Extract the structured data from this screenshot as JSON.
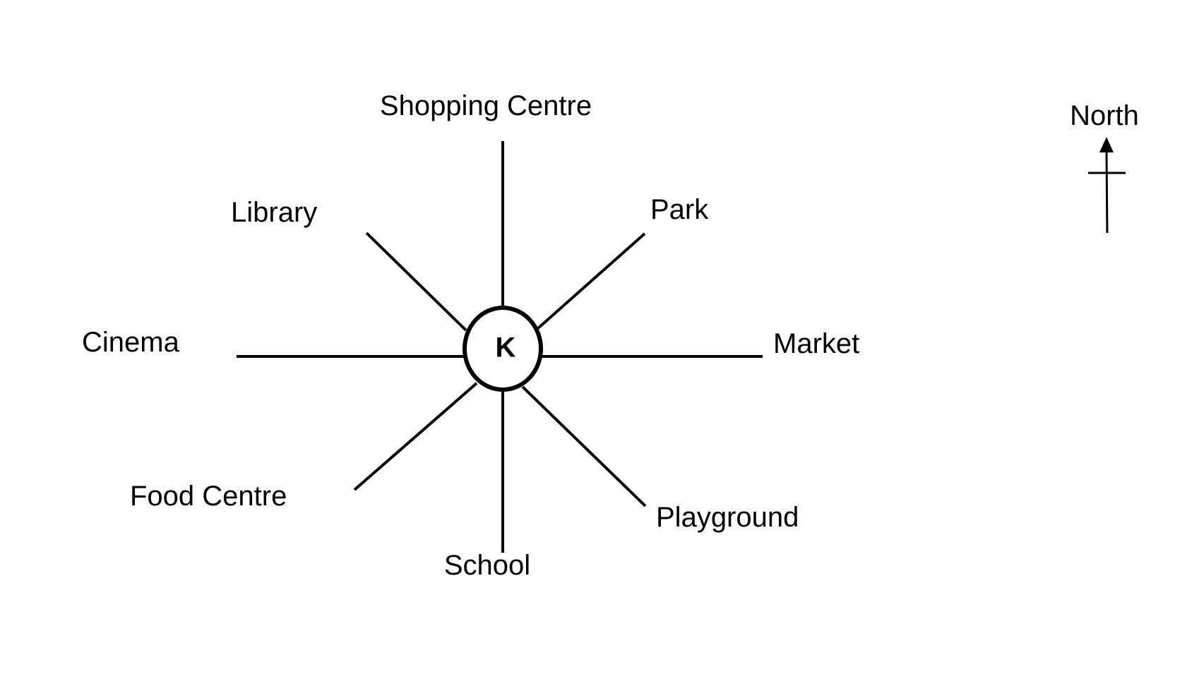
{
  "center": {
    "label": "K"
  },
  "places": {
    "north": "Shopping Centre",
    "northwest": "Library",
    "northeast": "Park",
    "west": "Cinema",
    "east": "Market",
    "southwest": "Food Centre",
    "south": "School",
    "southeast": "Playground"
  },
  "compass": {
    "label": "North",
    "icon": "north-arrow-icon"
  },
  "colors": {
    "ink": "#000000",
    "background": "#ffffff"
  }
}
